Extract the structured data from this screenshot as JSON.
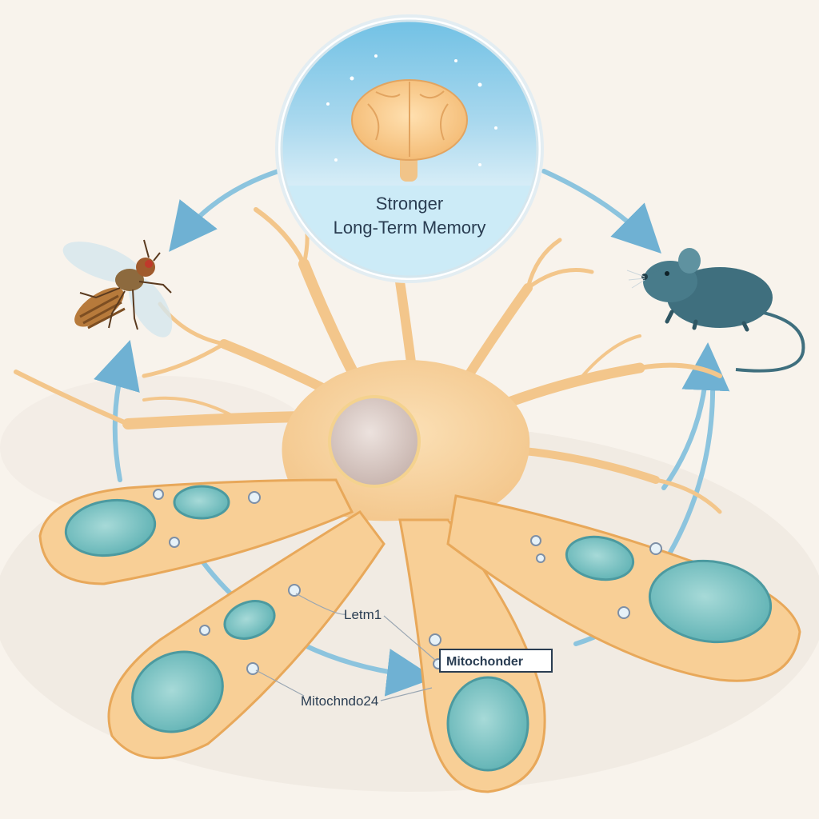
{
  "title": {
    "line1": "Stronger",
    "line2": "Long-Term Memory"
  },
  "labels": {
    "letm1": "Letm1",
    "mito_boxed": "Mitochonder",
    "mito_small": "Mitochndo24"
  },
  "icons": {
    "brain": "brain-icon",
    "fly": "fruit-fly-icon",
    "mouse": "mouse-icon"
  },
  "colors": {
    "background": "#f8f3ec",
    "neuron": "#f7cf9a",
    "mitochondria": "#7cc3c3",
    "arrows": "#8cc4de",
    "circle_sky": "#a9d8ee",
    "brain": "#f8c98a",
    "mouse": "#3f6f7e"
  }
}
